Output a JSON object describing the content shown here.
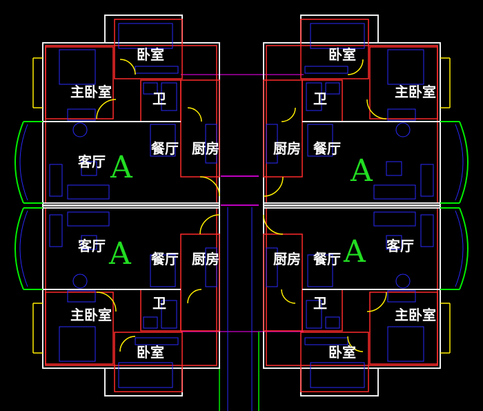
{
  "colors": {
    "background": "#000000",
    "wall_outer": "#f0f0f0",
    "wall_inner": "#ff2a2a",
    "furniture": "#2a2aff",
    "door": "#ffee00",
    "window": "#00ee00",
    "axis": "#ff00ff",
    "unit_label": "#22dd22",
    "room_label": "#ffffff"
  },
  "rooms": {
    "bedroom": "卧室",
    "master_bedroom": "主卧室",
    "bath": "卫",
    "living": "客厅",
    "dining": "餐厅",
    "kitchen": "厨房"
  },
  "unit_type": "A"
}
